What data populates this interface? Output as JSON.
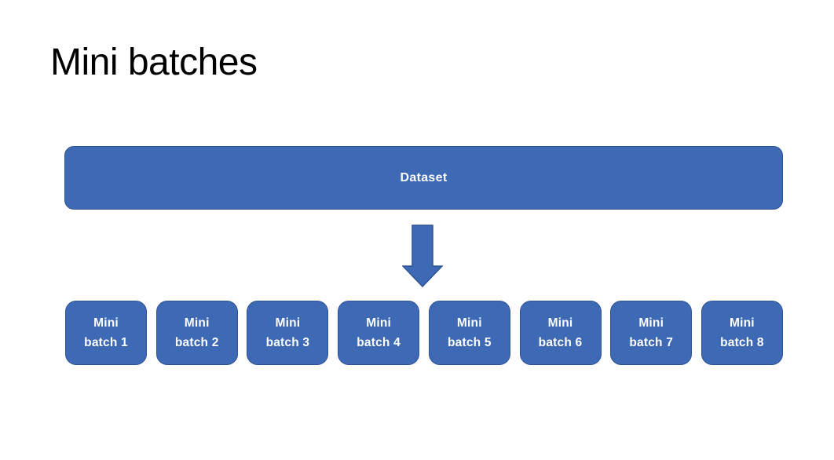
{
  "slide": {
    "title": "Mini batches",
    "dataset_label": "Dataset",
    "arrow_icon": "down-arrow",
    "batches": [
      {
        "label": "Mini batch 1"
      },
      {
        "label": "Mini batch 2"
      },
      {
        "label": "Mini batch 3"
      },
      {
        "label": "Mini batch 4"
      },
      {
        "label": "Mini batch 5"
      },
      {
        "label": "Mini batch 6"
      },
      {
        "label": "Mini batch 7"
      },
      {
        "label": "Mini batch 8"
      }
    ],
    "colors": {
      "background": "#FFFFFF",
      "shape_fill": "#3E69B5",
      "shape_border": "#2E5395",
      "shape_text": "#FFFFFF",
      "title_text": "#000000"
    }
  }
}
